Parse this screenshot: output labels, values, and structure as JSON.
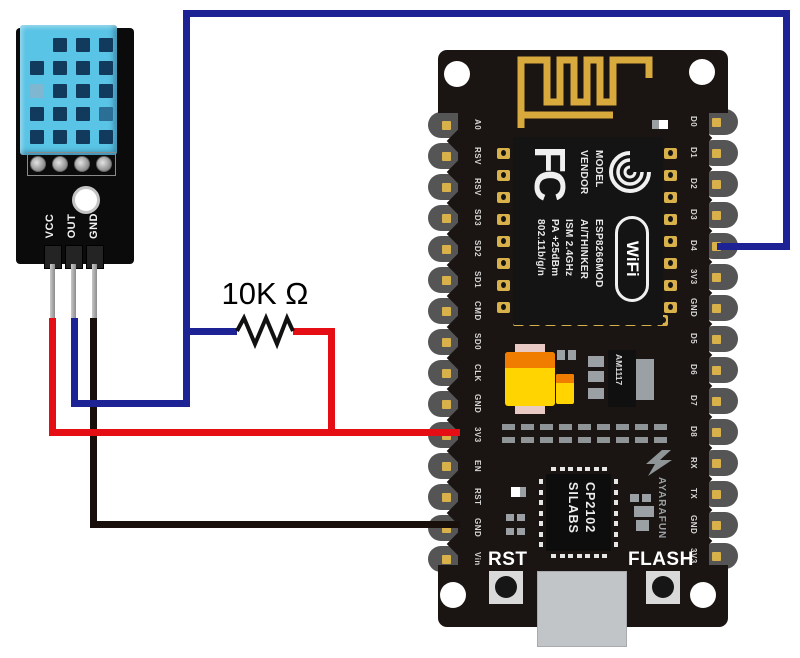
{
  "diagram": {
    "description": "DHT11 temperature-humidity sensor wired to a NodeMCU ESP8266 board with pull-up resistor",
    "connections": [
      {
        "from": "DHT11 VCC",
        "to": "NodeMCU 3V3",
        "wire_color": "#e60e15"
      },
      {
        "from": "DHT11 OUT",
        "to": "NodeMCU D4",
        "wire_color": "#1d2394"
      },
      {
        "from": "DHT11 GND",
        "to": "NodeMCU GND",
        "wire_color": "#180f0b"
      },
      {
        "component": "resistor",
        "between": [
          "OUT",
          "3V3"
        ]
      }
    ]
  },
  "dht11": {
    "pin_labels": [
      "VCC",
      "OUT",
      "GND"
    ],
    "sensor_color": "#5ac4e6"
  },
  "resistor": {
    "label": "10K Ω"
  },
  "nodemcu": {
    "left_pins": [
      "A0",
      "RSV",
      "RSV",
      "SD3",
      "SD2",
      "SD1",
      "CMD",
      "SD0",
      "CLK",
      "GND",
      "3V3",
      "EN",
      "RST",
      "GND",
      "Vin"
    ],
    "right_pins": [
      "D0",
      "D1",
      "D2",
      "D3",
      "D4",
      "3V3",
      "GND",
      "D5",
      "D6",
      "D7",
      "D8",
      "RX",
      "TX",
      "GND",
      "3V3"
    ],
    "esp_module": {
      "fc_logo": "FC",
      "wifi_badge": "WiFi",
      "model_label": "MODEL",
      "model_value": "ESP8266MOD",
      "vendor_label": "VENDOR",
      "vendor_value": "AI/THINKER",
      "ism": "ISM 2.4GHz",
      "pa": "PA +25dBm",
      "standard": "802.11b/g/n"
    },
    "regulator": "AM1117",
    "usb_chip": {
      "line1": "SILABS",
      "line2": "CP2102"
    },
    "brand": "AYARAFUN",
    "buttons": {
      "reset": "RST",
      "flash": "FLASH"
    },
    "accent_gold": "#d9b14a",
    "pcb_color": "#1a1412"
  }
}
